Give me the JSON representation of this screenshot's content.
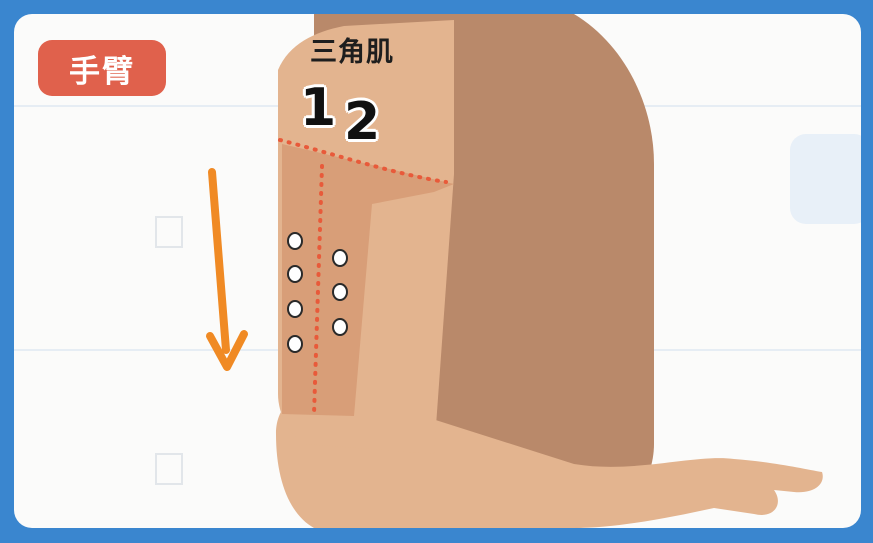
{
  "badge": {
    "label": "手臂",
    "color": "#e0614c"
  },
  "muscle": {
    "name": "三角肌"
  },
  "markers": {
    "first": "1",
    "second": "2"
  },
  "colors": {
    "frame": "#3a86cf",
    "skin_light": "#e3b48f",
    "skin_dark": "#b9896a",
    "marked_zone": "#d89e78",
    "dotted_line": "#e85a3a",
    "arrow": "#f08a24"
  },
  "dots": {
    "left_column_count": 4,
    "right_column_count": 3
  }
}
